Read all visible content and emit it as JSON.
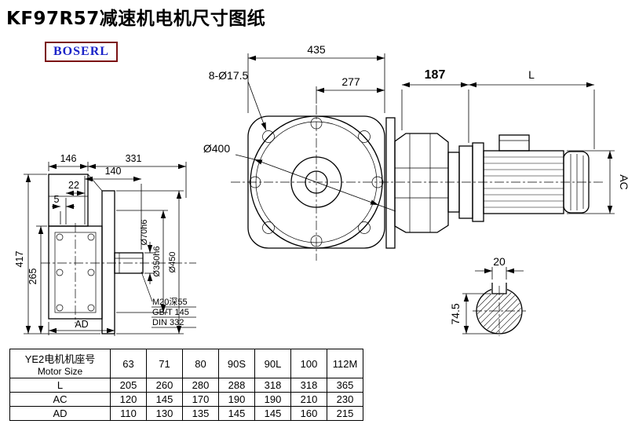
{
  "page": {
    "title": "KF97R57减速机电机尺寸图纸",
    "logo_text": "BOSERL"
  },
  "colors": {
    "line": "#000000",
    "logo_text": "#1c24c8",
    "logo_border": "#7b1113",
    "background": "#ffffff"
  },
  "front_view": {
    "dim_width": "435",
    "dim_partial": "277",
    "bolt_holes": "8-Ø17.5",
    "dim_diameter": "Ø400"
  },
  "side_view": {
    "dim_gearbox": "187",
    "dim_motor_length": "L",
    "dim_motor_diameter": "AC"
  },
  "left_view": {
    "dim_146": "146",
    "dim_331": "331",
    "dim_140": "140",
    "dim_22": "22",
    "dim_5": "5",
    "dim_417": "417",
    "dim_265": "265",
    "dim_ad": "AD",
    "dim_shaft": "Ø70h6",
    "dim_spigot": "Ø350h6",
    "dim_flange": "Ø450",
    "note_tap": "M20深55",
    "note_std1": "GB/T 145",
    "note_std2": "DIN 332"
  },
  "shaft_section": {
    "dim_key_width": "20",
    "dim_height": "74.5"
  },
  "table": {
    "header_cn": "YE2电机机座号",
    "header_en": "Motor Size",
    "frame_sizes": [
      "63",
      "71",
      "80",
      "90S",
      "90L",
      "100",
      "112M"
    ],
    "rows": [
      {
        "label": "L",
        "values": [
          "205",
          "260",
          "280",
          "288",
          "318",
          "318",
          "365"
        ]
      },
      {
        "label": "AC",
        "values": [
          "120",
          "145",
          "170",
          "190",
          "190",
          "210",
          "230"
        ]
      },
      {
        "label": "AD",
        "values": [
          "110",
          "130",
          "135",
          "145",
          "145",
          "160",
          "215"
        ]
      }
    ]
  }
}
